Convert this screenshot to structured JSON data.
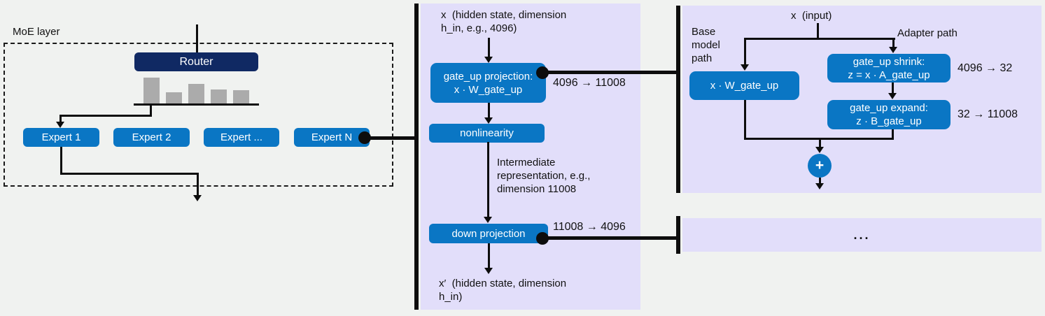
{
  "colors": {
    "background": "#f0f2f0",
    "panel_lavender": "#e2defa",
    "box_blue": "#0a76c4",
    "router_navy": "#102963",
    "bar_gray": "#ababab",
    "line_black": "#0d0d0d"
  },
  "moe": {
    "label": "MoE layer",
    "router_label": "Router",
    "router_weights": [
      38,
      17,
      29,
      21,
      20
    ],
    "experts": [
      "Expert 1",
      "Expert 2",
      "Expert ...",
      "Expert N"
    ]
  },
  "expert_detail": {
    "input_label": "x  (hidden state, dimension\nh_in, e.g., 4096)",
    "gate_up_box": "gate_up projection:\nx · W_gate_up",
    "gate_up_dims": "4096 → 11008",
    "nonlinearity_box": "nonlinearity",
    "intermediate_label": "Intermediate\nrepresentation, e.g.,\ndimension 11008",
    "down_box": "down projection",
    "down_dims": "11008 → 4096",
    "output_label": "x′  (hidden state, dimension\nh_in)"
  },
  "lora_detail": {
    "input_label": "x  (input)",
    "base_path_label": "Base\nmodel\npath",
    "adapter_path_label": "Adapter path",
    "base_box": "x · W_gate_up",
    "shrink_box": "gate_up shrink:\nz = x · A_gate_up",
    "shrink_dims": "4096 → 32",
    "expand_box": "gate_up expand:\nz · B_gate_up",
    "expand_dims": "32 → 11008",
    "plus_label": "+"
  },
  "more_panel": {
    "ellipsis": "..."
  }
}
